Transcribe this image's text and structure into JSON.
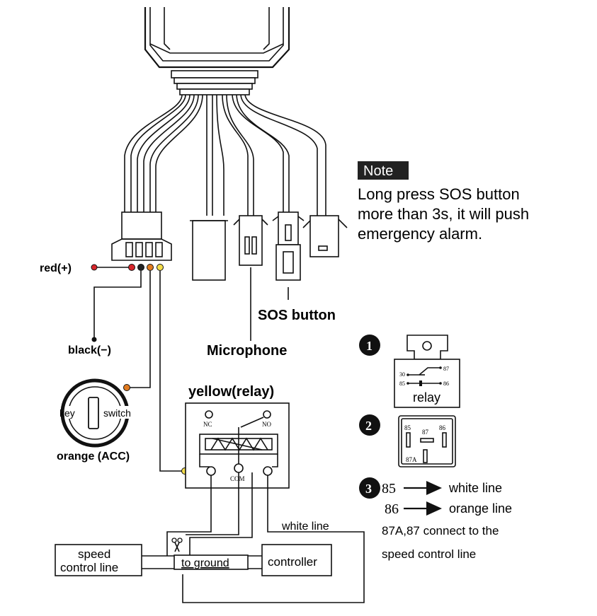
{
  "note": {
    "badge": "Note",
    "lines": [
      "Long press SOS button",
      "more than 3s, it will push",
      "emergency alarm."
    ]
  },
  "wires": {
    "red": "red(+)",
    "black": "black(−)",
    "orange": "orange (ACC)",
    "yellow": "yellow(relay)",
    "white_line": "white line"
  },
  "components": {
    "sos": "SOS button",
    "microphone": "Microphone",
    "key": "key",
    "switch": "switch",
    "relay_nc": "NC",
    "relay_no": "NO",
    "relay_com": "COM",
    "speed_control_1": "speed",
    "speed_control_2": "control line",
    "to_ground": "to ground",
    "controller": "controller"
  },
  "steps": {
    "one": "1",
    "two": "2",
    "three": "3",
    "relay_label": "relay",
    "pins": {
      "p30": "30",
      "p85": "85",
      "p87": "87",
      "p86": "86",
      "p87a": "87A"
    },
    "map1_pin": "85",
    "map1_text": "white line",
    "map2_pin": "86",
    "map2_text": "orange line",
    "connect_1": "87A,87 connect to the",
    "connect_2": "speed control line"
  },
  "colors": {
    "red_dot": "#d7262b",
    "black_dot": "#222222",
    "orange_dot": "#e07a1f",
    "yellow_dot": "#f4dd4a",
    "line": "#111111"
  }
}
